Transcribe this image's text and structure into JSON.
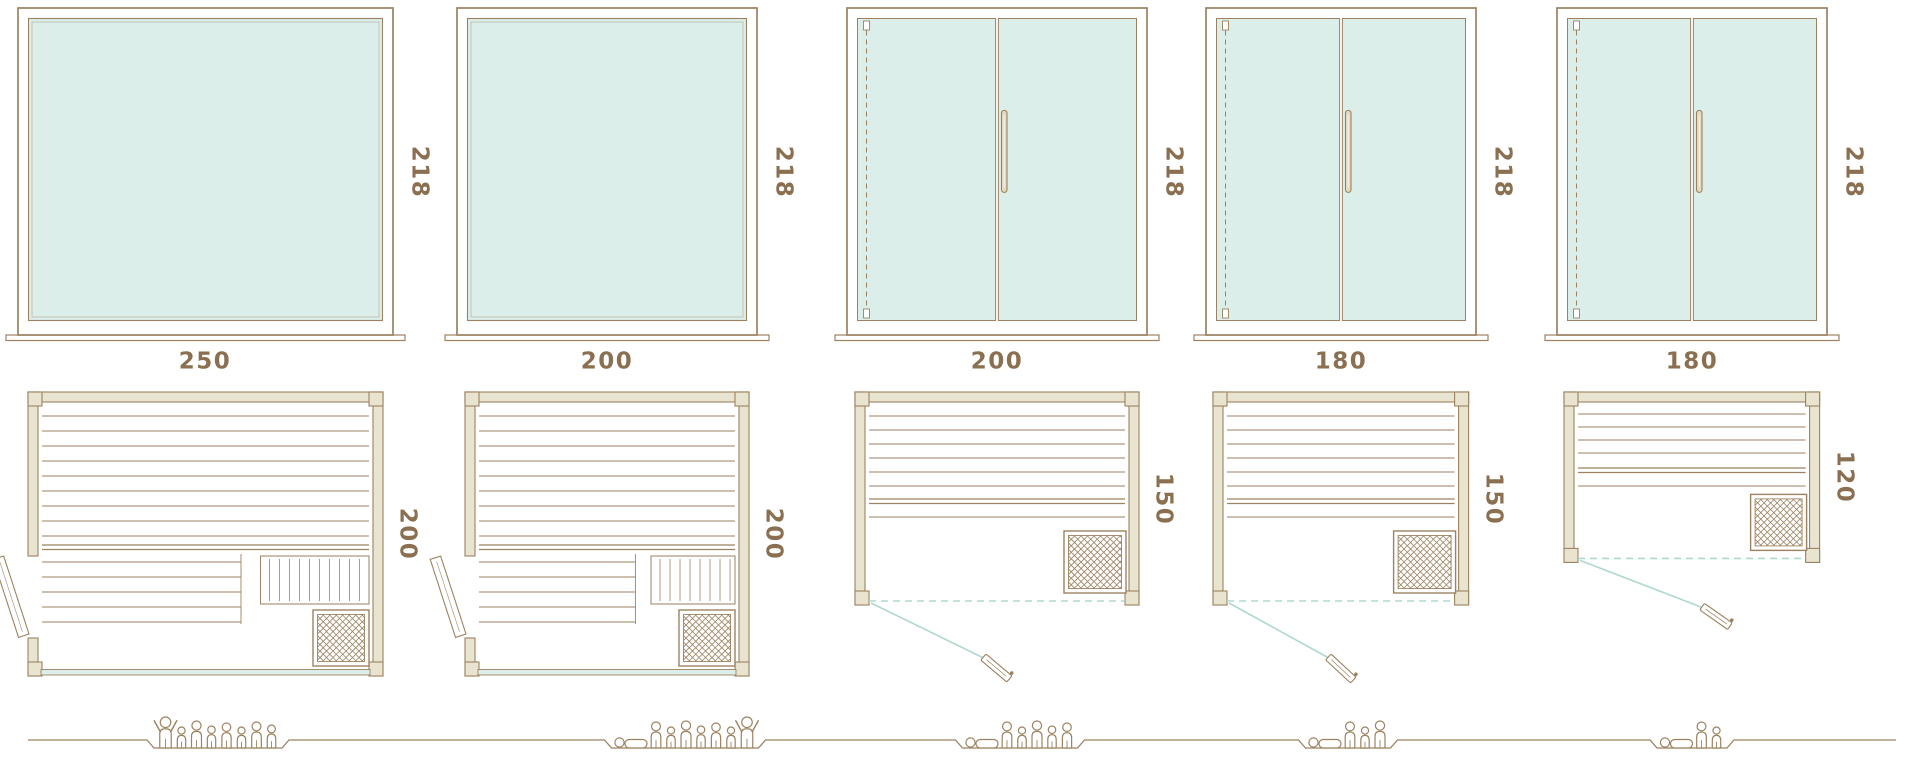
{
  "palette": {
    "line": "#9c8260",
    "line_soft": "#b59a78",
    "text": "#8a6f50",
    "glass": "#dceeea",
    "wall": "#e9e4d0",
    "handle_fill": "#e4dac0",
    "teal": "#aed8d0",
    "white": "#ffffff"
  },
  "units": [
    {
      "id": "model-250x200",
      "front": {
        "width_cm": 250,
        "height_cm": 218,
        "style": "fixed-glass"
      },
      "plan": {
        "width_cm": 250,
        "depth_cm": 200,
        "door": "side-left",
        "heater": "front-right"
      },
      "labels": {
        "width": "250",
        "height": "218",
        "depth": "200"
      },
      "people": [
        "wave",
        "stand",
        "stand",
        "stand",
        "stand",
        "stand",
        "stand",
        "stand"
      ]
    },
    {
      "id": "model-200x200",
      "front": {
        "width_cm": 200,
        "height_cm": 218,
        "style": "fixed-glass"
      },
      "plan": {
        "width_cm": 200,
        "depth_cm": 200,
        "door": "side-left",
        "heater": "front-right"
      },
      "labels": {
        "width": "200",
        "height": "218",
        "depth": "200"
      },
      "people": [
        "lie",
        "stand",
        "stand",
        "stand",
        "stand",
        "stand",
        "stand",
        "wave"
      ]
    },
    {
      "id": "model-200x150",
      "front": {
        "width_cm": 200,
        "height_cm": 218,
        "style": "double-door"
      },
      "plan": {
        "width_cm": 200,
        "depth_cm": 150,
        "door": "front-left",
        "heater": "front-right"
      },
      "labels": {
        "width": "200",
        "height": "218",
        "depth": "150"
      },
      "people": [
        "lie",
        "stand",
        "stand",
        "stand",
        "stand",
        "stand"
      ]
    },
    {
      "id": "model-180x150",
      "front": {
        "width_cm": 180,
        "height_cm": 218,
        "style": "double-door"
      },
      "plan": {
        "width_cm": 180,
        "depth_cm": 150,
        "door": "front-left",
        "heater": "front-right"
      },
      "labels": {
        "width": "180",
        "height": "218",
        "depth": "150"
      },
      "people": [
        "lie",
        "stand",
        "stand",
        "stand"
      ]
    },
    {
      "id": "model-180x120",
      "front": {
        "width_cm": 180,
        "height_cm": 218,
        "style": "double-door"
      },
      "plan": {
        "width_cm": 180,
        "depth_cm": 120,
        "door": "front-left",
        "heater": "front-right"
      },
      "labels": {
        "width": "180",
        "height": "218",
        "depth": "120"
      },
      "people": [
        "lie",
        "stand",
        "stand"
      ]
    }
  ]
}
